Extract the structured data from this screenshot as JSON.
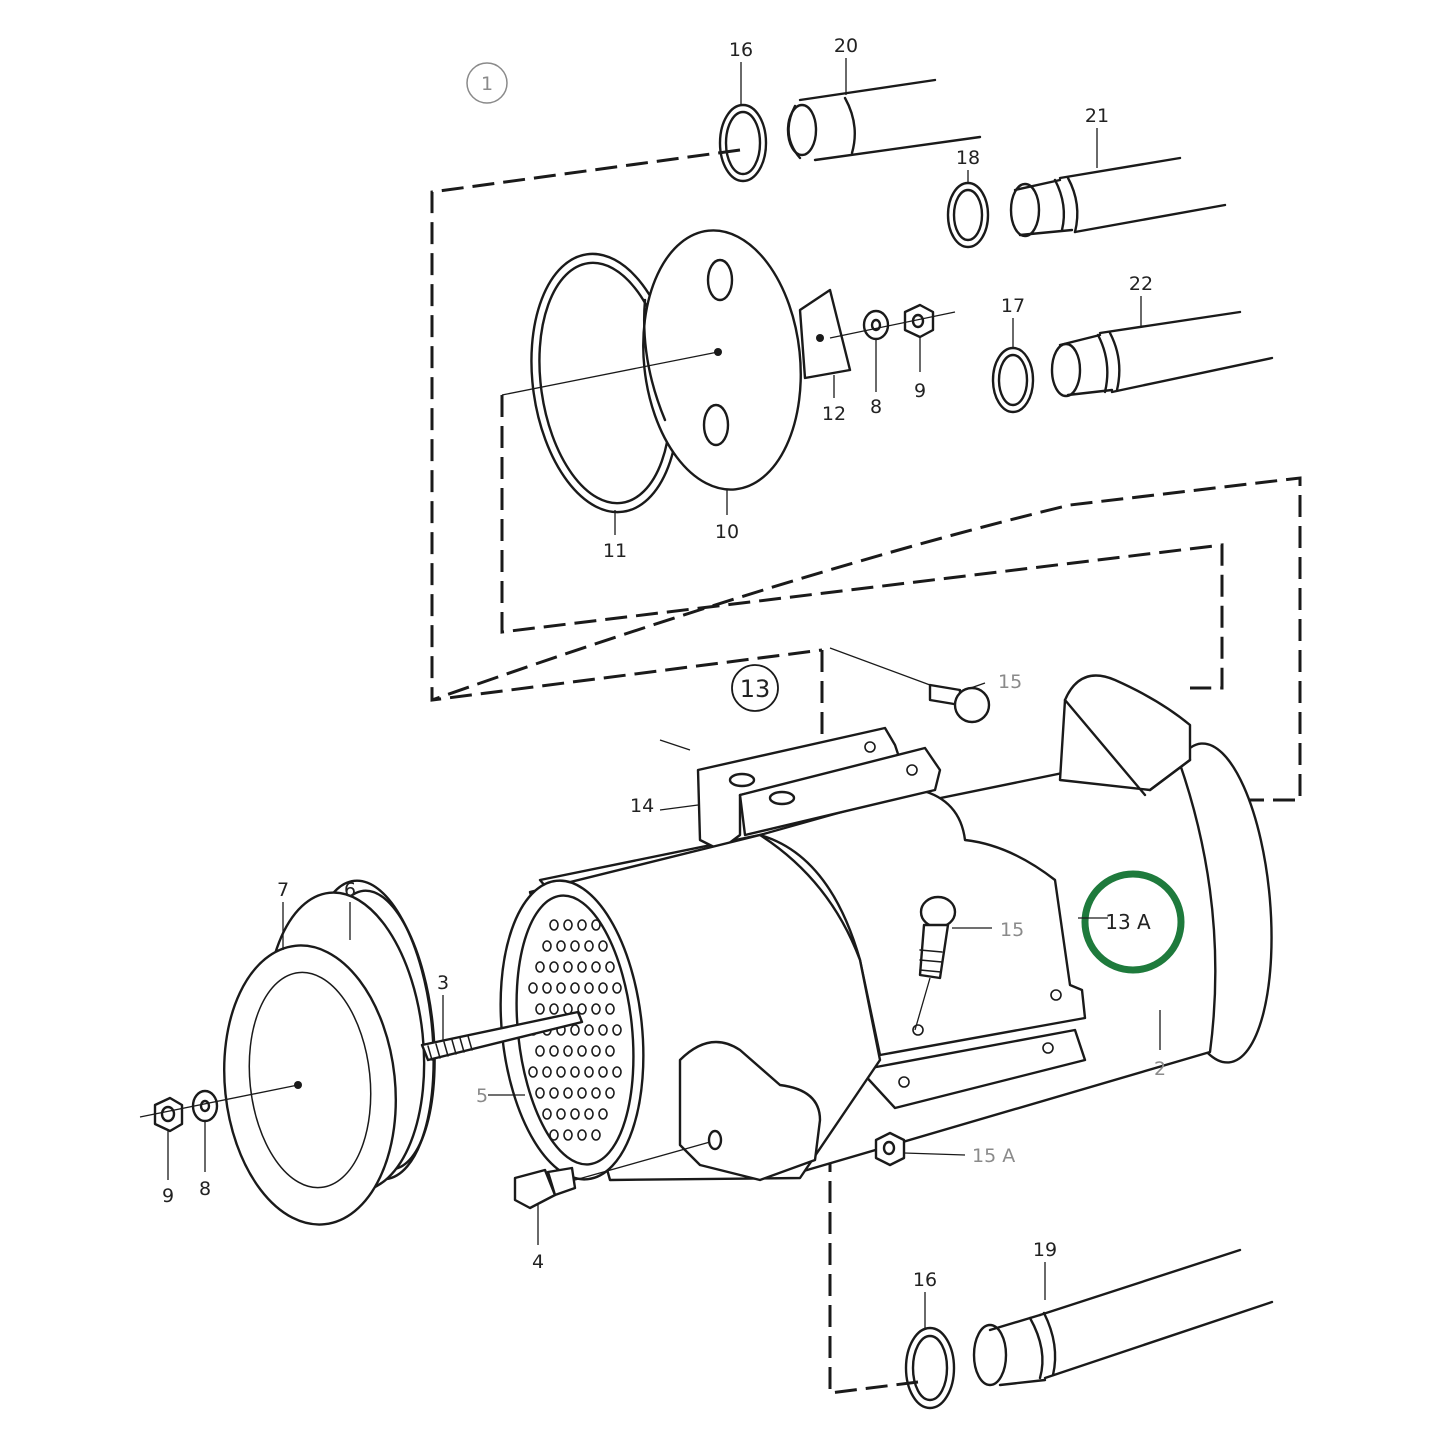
{
  "labels": {
    "p1": "1",
    "p2": "2",
    "p3": "3",
    "p4": "4",
    "p5": "5",
    "p6": "6",
    "p7": "7",
    "p8a": "8",
    "p8b": "8",
    "p9a": "9",
    "p9b": "9",
    "p10": "10",
    "p11": "11",
    "p12": "12",
    "p13": "13",
    "p13a": "13 A",
    "p14": "14",
    "p15a": "15",
    "p15b": "15",
    "p15A": "15 A",
    "p16a": "16",
    "p16b": "16",
    "p17": "17",
    "p18": "18",
    "p19": "19",
    "p20": "20",
    "p21": "21",
    "p22": "22"
  },
  "colors": {
    "line": "#1a1a1a",
    "highlight": "#1e7a3c",
    "background": "#ffffff"
  }
}
